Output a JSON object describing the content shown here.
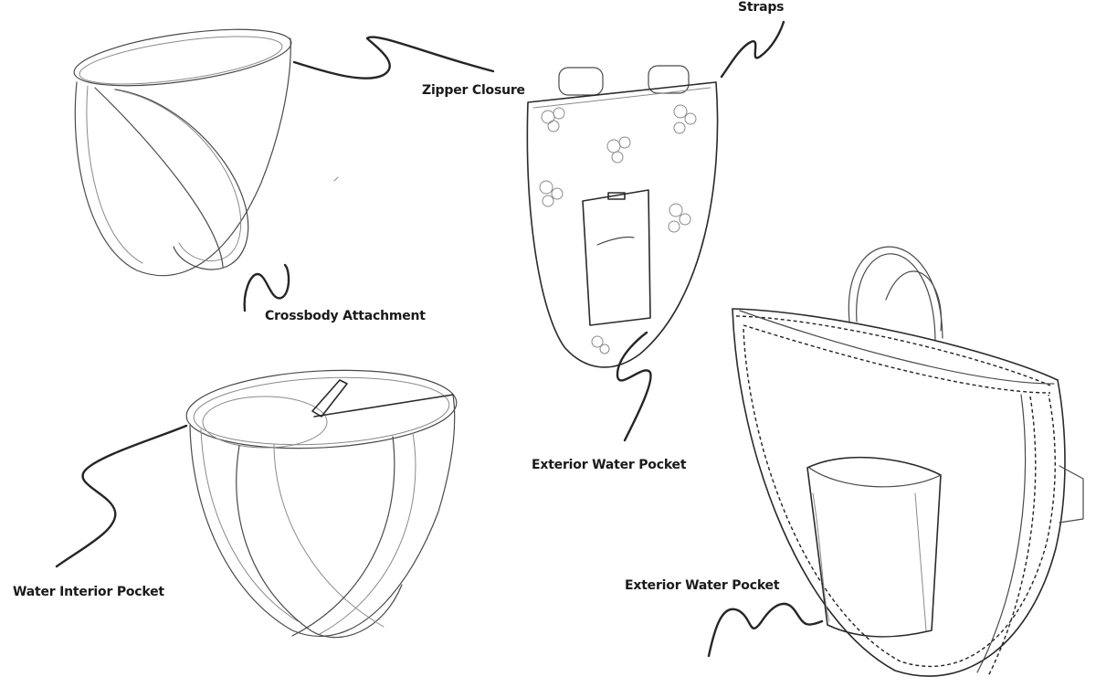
{
  "labels": {
    "straps": "Straps",
    "zipper_closure": "Zipper Closure",
    "crossbody_attachment": "Crossbody Attachment",
    "exterior_water_pocket_front": "Exterior Water Pocket",
    "water_interior_pocket": "Water Interior Pocket",
    "exterior_water_pocket_side": "Exterior Water Pocket"
  }
}
